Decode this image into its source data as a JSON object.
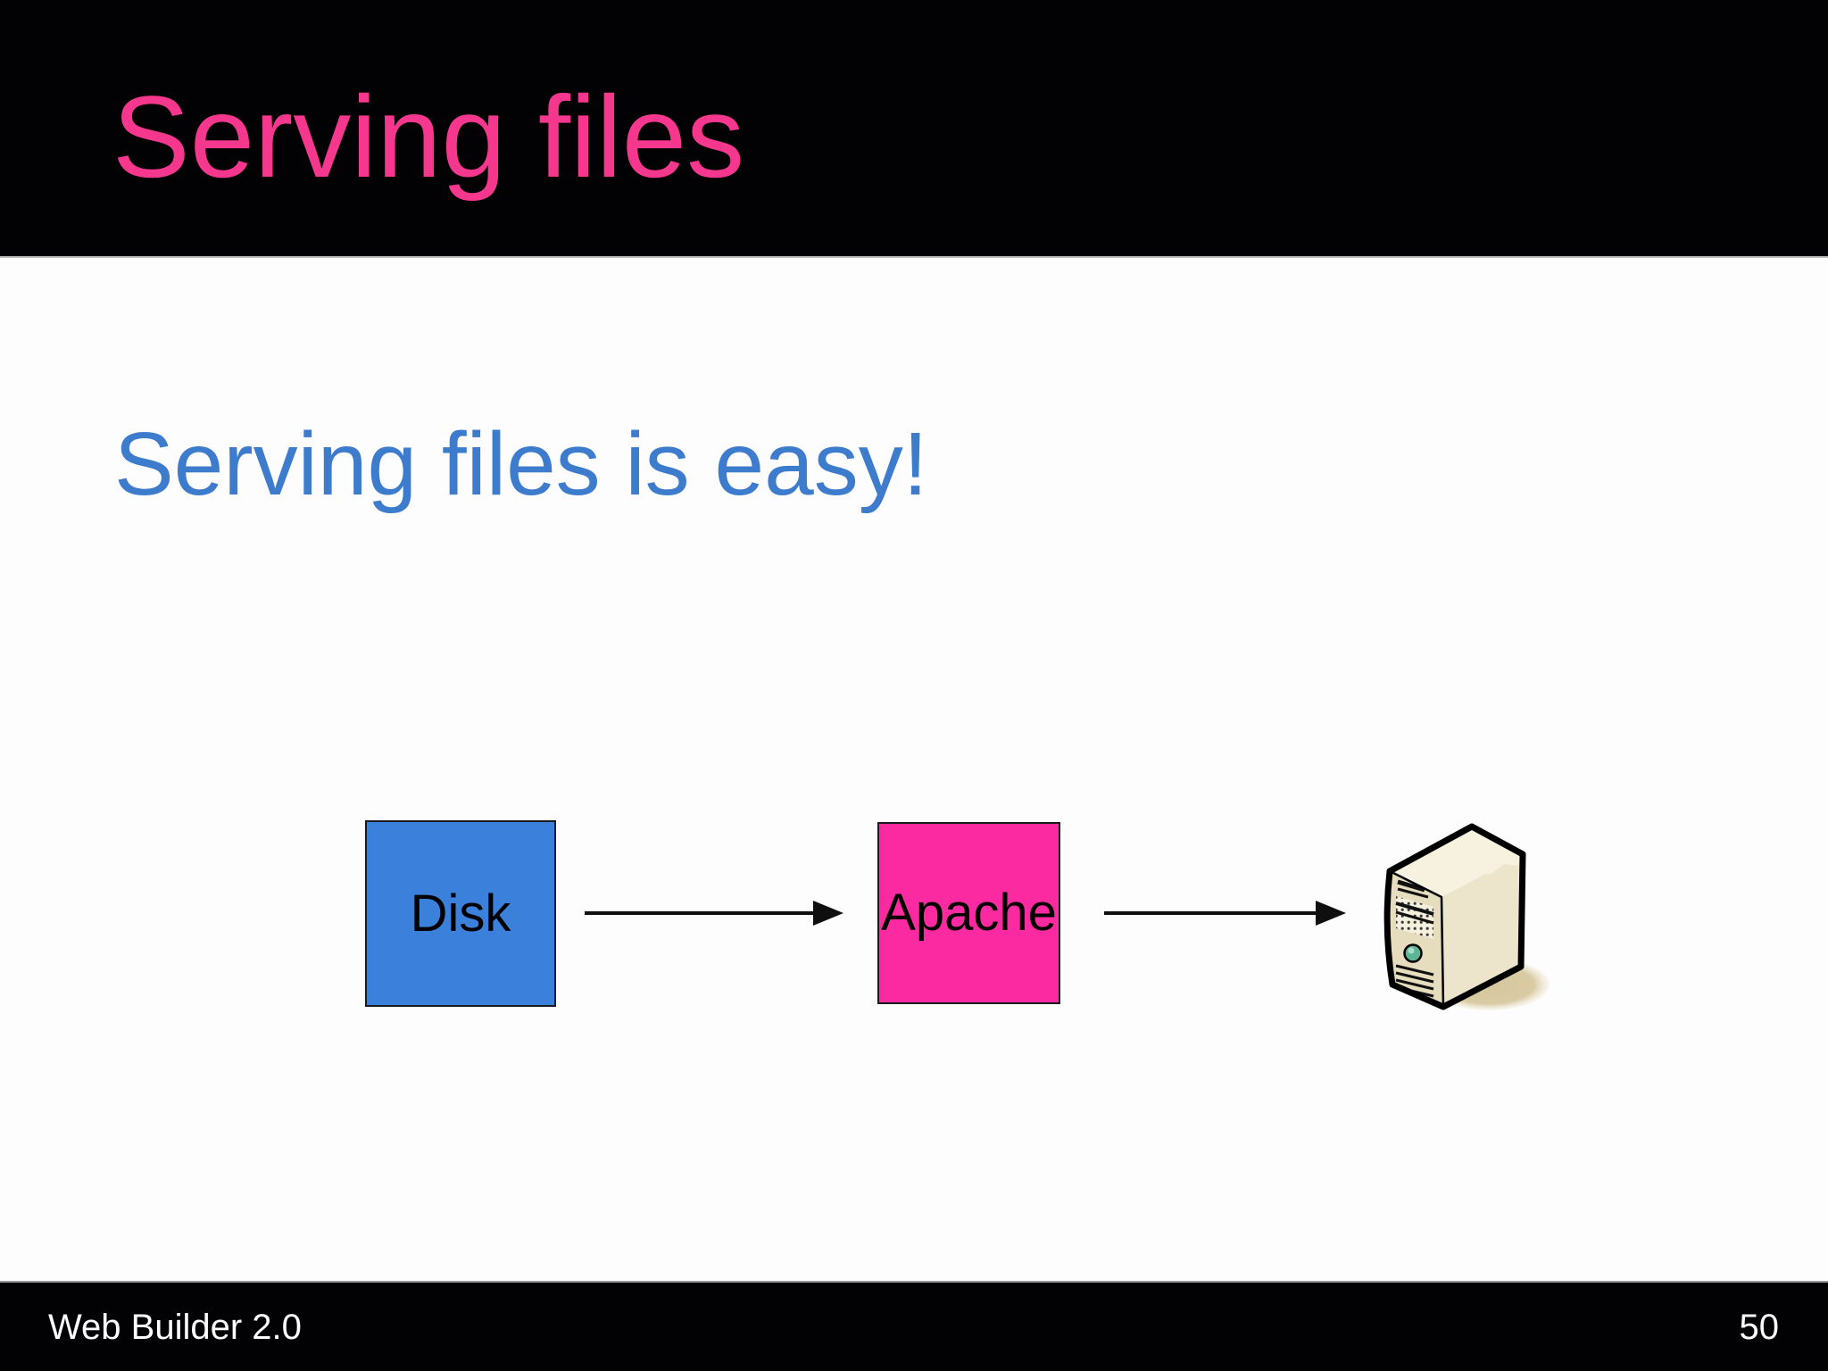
{
  "slide": {
    "title": "Serving files",
    "subtitle": "Serving files is easy!",
    "diagram": {
      "nodes": [
        {
          "id": "disk",
          "label": "Disk",
          "shape": "box",
          "fill": "#3b80da"
        },
        {
          "id": "apache",
          "label": "Apache",
          "shape": "box",
          "fill": "#fb2aa0"
        },
        {
          "id": "server",
          "label": "",
          "shape": "icon",
          "icon": "server-tower-icon"
        }
      ],
      "edges": [
        {
          "from": "disk",
          "to": "apache"
        },
        {
          "from": "apache",
          "to": "server"
        }
      ]
    },
    "footer": {
      "left_text": "Web Builder 2.0",
      "page_number": "50"
    },
    "colors": {
      "header_bg": "#020103",
      "footer_bg": "#020103",
      "title_pink": "#f5378e",
      "subtitle_blue": "#3d7ccd",
      "disk_box_blue": "#3b80da",
      "apache_box_pink": "#fb2aa0",
      "arrow_black": "#0f0f0f",
      "server_beige": "#e6ddbf",
      "server_button_teal": "#5ab695"
    }
  }
}
